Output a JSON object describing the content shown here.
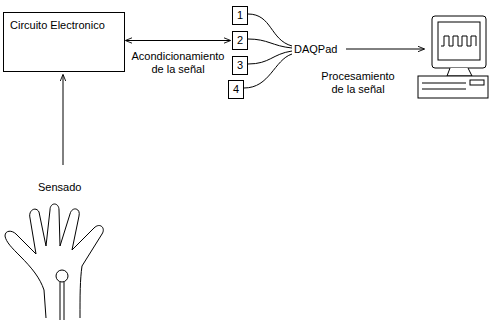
{
  "diagram": {
    "nodes": [
      {
        "text": [
          "Circuito Electronico"
        ]
      },
      {
        "text": [
          "1"
        ]
      },
      {
        "text": [
          "2"
        ]
      },
      {
        "text": [
          "3"
        ]
      },
      {
        "text": [
          "4"
        ]
      }
    ],
    "edges": [
      {
        "from": 0,
        "to": 2,
        "label": "Acondicionamiento de la señal",
        "arrow": "both"
      }
    ],
    "labels": [
      "DAQPad",
      "Procesamiento de la señal",
      "Sensado"
    ]
  }
}
